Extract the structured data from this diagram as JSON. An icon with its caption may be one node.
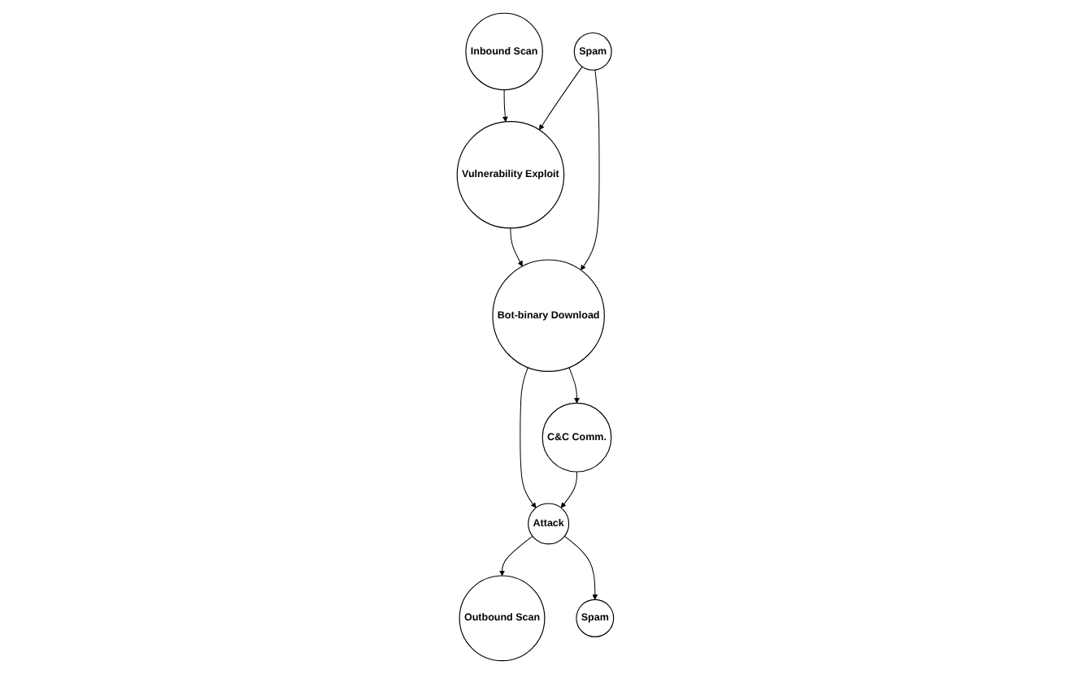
{
  "diagram": {
    "nodes": [
      {
        "text": [
          "Inbound Scan"
        ]
      },
      {
        "text": [
          "Vulnerability Exploit"
        ]
      },
      {
        "text": [
          "Spam"
        ]
      },
      {
        "text": [
          "Bot-binary Download"
        ]
      },
      {
        "text": [
          "C&C Comm."
        ]
      },
      {
        "text": [
          "Attack"
        ]
      },
      {
        "text": [
          "Outbound Scan"
        ]
      },
      {
        "text": [
          "Spam"
        ]
      }
    ],
    "edges": [
      {
        "from": 0,
        "to": 1,
        "arrow": "to"
      },
      {
        "from": 2,
        "to": 1,
        "arrow": "to"
      },
      {
        "from": 1,
        "to": 3,
        "arrow": "to"
      },
      {
        "from": 2,
        "to": 3,
        "arrow": "to"
      },
      {
        "from": 3,
        "to": 4,
        "arrow": "to"
      },
      {
        "from": 3,
        "to": 5,
        "arrow": "to"
      },
      {
        "from": 4,
        "to": 5,
        "arrow": "to"
      },
      {
        "from": 5,
        "to": 6,
        "arrow": "to"
      },
      {
        "from": 5,
        "to": 7,
        "arrow": "to"
      }
    ]
  }
}
